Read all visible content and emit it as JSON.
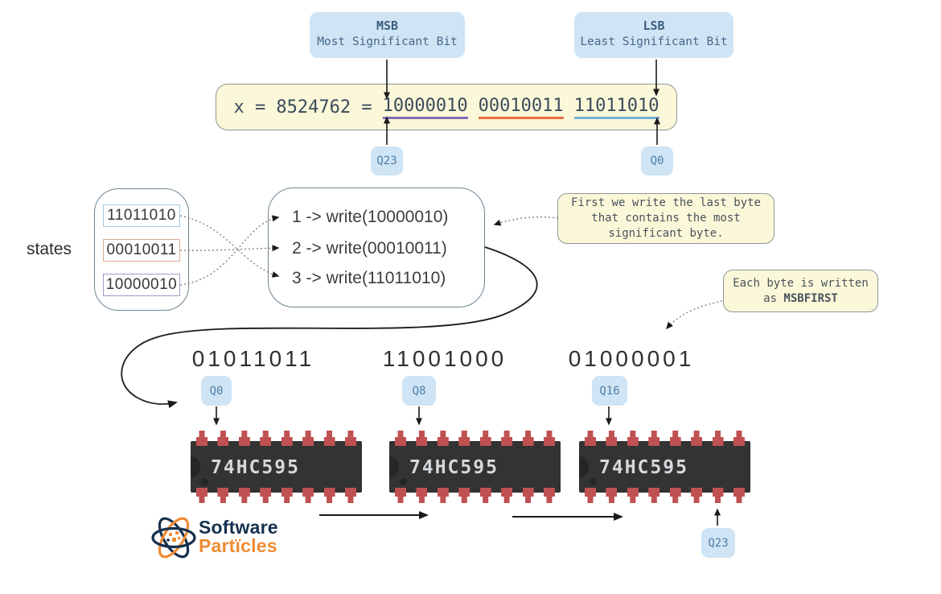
{
  "legend": {
    "msb_title": "MSB",
    "msb_subtitle": "Most Significant Bit",
    "lsb_title": "LSB",
    "lsb_subtitle": "Least Significant Bit"
  },
  "formula": {
    "expression_prefix": "x = 8524762 =",
    "bytes": [
      {
        "bits": "10000010",
        "underline_color": "#7d6cb2"
      },
      {
        "bits": "00010011",
        "underline_color": "#e96f45"
      },
      {
        "bits": "11011010",
        "underline_color": "#74b2d7"
      }
    ],
    "msb_pin": "Q23",
    "lsb_pin": "Q0"
  },
  "states": {
    "label": "states",
    "items": [
      {
        "bits": "11011010",
        "border_color": "#a3c9de"
      },
      {
        "bits": "00010011",
        "border_color": "#dcab94"
      },
      {
        "bits": "10000010",
        "border_color": "#a39cc7"
      }
    ]
  },
  "writes": {
    "items": [
      "1 -> write(10000010)",
      "2 -> write(00010011)",
      "3 -> write(11011010)"
    ]
  },
  "notes": {
    "first_byte": {
      "lines": [
        "First we write the last byte",
        "that contains the most",
        "significant byte."
      ]
    },
    "msbfirst": {
      "line1": "Each byte is written",
      "line2_prefix": "as ",
      "line2_bold": "MSBFIRST"
    }
  },
  "output": {
    "groups": [
      {
        "bits": "01011011",
        "pin": "Q0"
      },
      {
        "bits": "11001000",
        "pin": "Q8"
      },
      {
        "bits": "01000001",
        "pin": "Q16"
      }
    ],
    "last_pin": "Q23"
  },
  "chips": {
    "label": "74HC595",
    "pins_per_side": 8,
    "body_color": "#333333",
    "pin_color": "#c05152",
    "label_color": "#d6d9dc"
  },
  "logo": {
    "line1": "Software",
    "line2": "Partïcles",
    "navy": "#16314f",
    "orange": "#ef8b33"
  },
  "colors": {
    "badge_bg": "#cfe4f4",
    "badge_text": "#4f7ea8",
    "note_bg": "#fbf8d9",
    "note_border": "#8f9494",
    "container_border": "#6f8492",
    "arrow": "#1a1a1a",
    "dotted": "#7a7a7a"
  }
}
